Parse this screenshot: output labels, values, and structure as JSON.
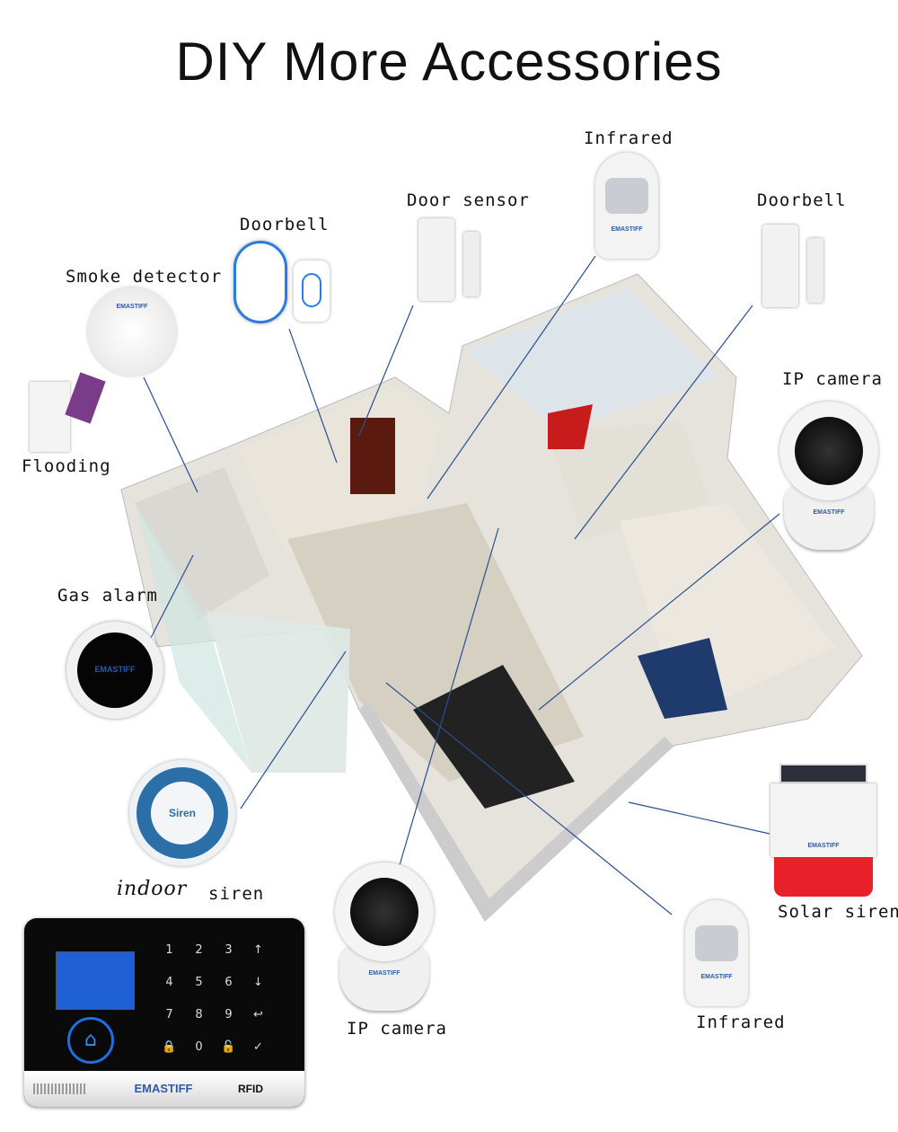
{
  "title": "DIY More Accessories",
  "labels": {
    "infrared_top": "Infrared",
    "door_sensor": "Door sensor",
    "doorbell_right": "Doorbell",
    "doorbell_left": "Doorbell",
    "smoke_detector": "Smoke detector",
    "flooding": "Flooding",
    "ip_camera_right": "IP camera",
    "gas_alarm": "Gas alarm",
    "indoor": "indoor",
    "siren": "siren",
    "solar_siren": "Solar siren",
    "ip_camera_bottom": "IP camera",
    "infrared_bottom": "Infrared"
  },
  "device_text": {
    "brand": "EMASTIFF",
    "siren_button": "Siren",
    "rfid": "RFID",
    "keypad": [
      "1",
      "2",
      "3",
      "↑",
      "4",
      "5",
      "6",
      "↓",
      "7",
      "8",
      "9",
      "↩",
      "🔒",
      "0",
      "🔓",
      "✓"
    ]
  },
  "colors": {
    "connector_line": "#2a4f8f",
    "brand": "#2d5aa8",
    "panel": "#0a0a0a",
    "screen": "#1f5fd6",
    "siren_ring": "#2a6fa8",
    "solar_red": "#e8202a"
  }
}
